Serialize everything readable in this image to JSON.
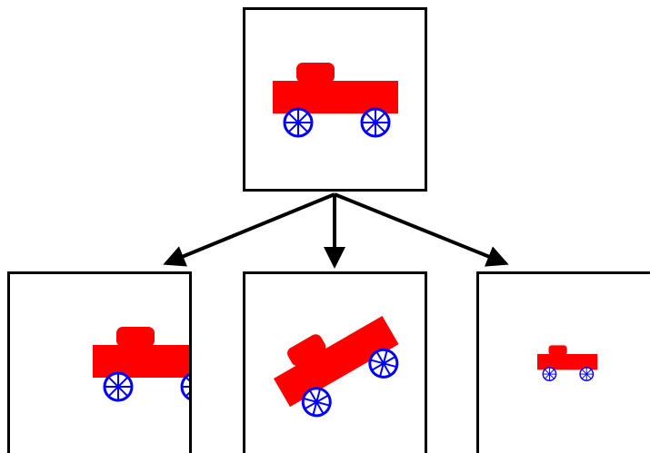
{
  "colors": {
    "background": "#ffffff",
    "frame": "#000000",
    "truck_body": "#ff0000",
    "wheel": "#0000ff",
    "arrow": "#000000"
  },
  "icons": {
    "truck": "pickup-truck-icon",
    "wheel": "wheel-icon",
    "arrow": "arrow-down-icon"
  },
  "panels": [
    {
      "id": "original",
      "transform": "none"
    },
    {
      "id": "translated",
      "transform": "translate"
    },
    {
      "id": "rotated",
      "transform": "rotate"
    },
    {
      "id": "scaled",
      "transform": "scale"
    }
  ]
}
